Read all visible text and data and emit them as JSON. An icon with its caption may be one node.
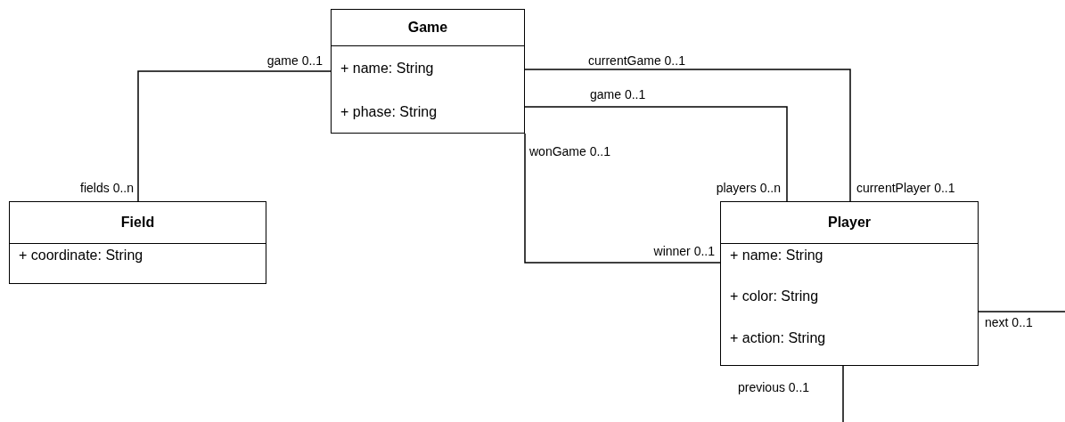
{
  "diagram": {
    "nodes": [
      {
        "text": [
          "Game",
          "+ name: String",
          "+ phase: String"
        ]
      },
      {
        "text": [
          "Field",
          "+ coordinate: String"
        ]
      },
      {
        "text": [
          "Player",
          "+ name: String",
          "+ color: String",
          "+ action: String"
        ]
      }
    ],
    "edges": [
      {
        "from": 0,
        "to": 1,
        "arrow": "none"
      },
      {
        "from": 0,
        "to": 2,
        "arrow": "none"
      },
      {
        "from": 0,
        "to": 2,
        "arrow": "none"
      },
      {
        "from": 0,
        "to": 2,
        "arrow": "none"
      },
      {
        "from": 2,
        "to": 2,
        "arrow": "none"
      }
    ],
    "labels": [
      "game 0..1",
      "currentGame 0..1",
      "game 0..1",
      "wonGame 0..1",
      "fields 0..n",
      "players 0..n",
      "currentPlayer 0..1",
      "winner 0..1",
      "next 0..1",
      "previous 0..1"
    ]
  }
}
